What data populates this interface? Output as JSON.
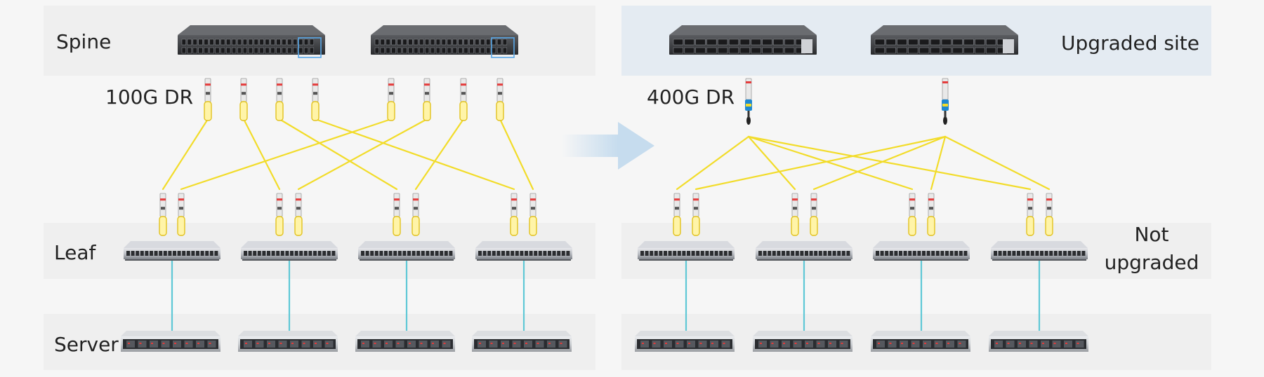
{
  "left_panel": {
    "spine_label": "Spine",
    "leaf_label": "Leaf",
    "server_label": "Server",
    "link_label": "100G DR"
  },
  "right_panel": {
    "spine_note": "Upgraded site",
    "link_label": "400G DR",
    "leaf_note_line1": "Not",
    "leaf_note_line2": "upgraded"
  },
  "colors": {
    "page_bg": "#f6f6f6",
    "band_bg": "#efefef",
    "upgraded_band_bg": "#e4ebf2",
    "fiber": "#f2dc2a",
    "server_link": "#5fc8d6",
    "arrow": "#c6dcee",
    "transceiver_400g": "#1e88d0"
  },
  "icons": {
    "spine_switch": "rack-switch-icon",
    "leaf_switch": "leaf-switch-icon",
    "server": "rack-server-icon",
    "transceiver": "transceiver-module-icon",
    "arrow": "right-arrow-icon"
  }
}
